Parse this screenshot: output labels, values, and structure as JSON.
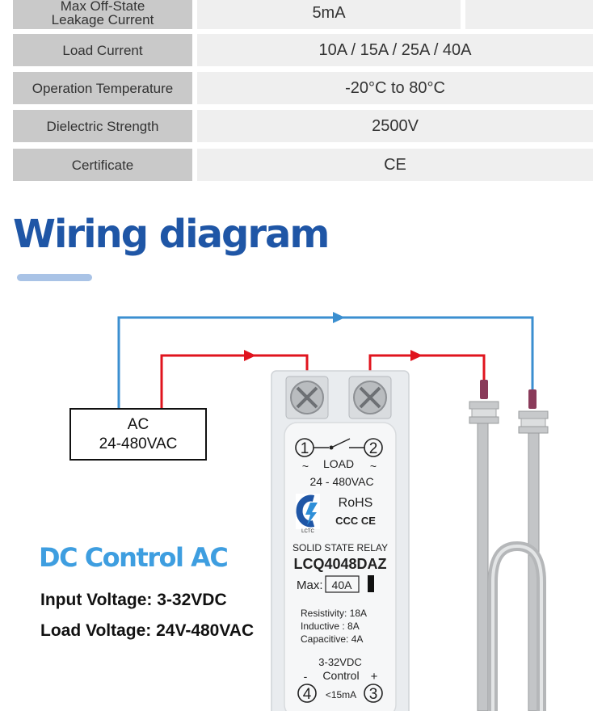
{
  "specs": [
    {
      "label": "Max Off-State Leakage Current",
      "label_line1": "Max Off-State",
      "label_line2": "Leakage Current",
      "value": "5mA"
    },
    {
      "label": "Load Current",
      "value": "10A / 15A / 25A / 40A"
    },
    {
      "label": "Operation Temperature",
      "value": "-20°C to 80°C"
    },
    {
      "label": "Dielectric Strength",
      "value": "2500V"
    },
    {
      "label": "Certificate",
      "value": "CE"
    }
  ],
  "section_title": "Wiring diagram",
  "ac_box": {
    "line1": "AC",
    "line2": "24-480VAC"
  },
  "control_title": "DC Control AC",
  "input_voltage": "Input Voltage: 3-32VDC",
  "load_voltage": "Load Voltage: 24V-480VAC",
  "relay": {
    "terminal_1": "1",
    "terminal_2": "2",
    "terminal_3": "3",
    "terminal_4": "4",
    "tilde_left": "~",
    "tilde_right": "~",
    "load_label": "LOAD",
    "load_range": "24 - 480VAC",
    "rohs": "RoHS",
    "cert_marks": "CCC CE",
    "brand": "LCTC",
    "type": "SOLID STATE RELAY",
    "model": "LCQ4048DAZ",
    "max_label": "Max:",
    "max_value": "40A",
    "resistivity": "Resistivity: 18A",
    "inductive": "Inductive :  8A",
    "capacitive": "Capacitive:  4A",
    "control_range": "3-32VDC",
    "control_label": "Control",
    "minus": "-",
    "plus": "+",
    "current": "<15mA"
  },
  "colors": {
    "title_blue": "#1f56a6",
    "control_blue": "#3e9ee0",
    "wire_blue": "#3b8fd0",
    "wire_red": "#e0141e",
    "label_bg": "#c9c9c9",
    "value_bg": "#efefef"
  }
}
